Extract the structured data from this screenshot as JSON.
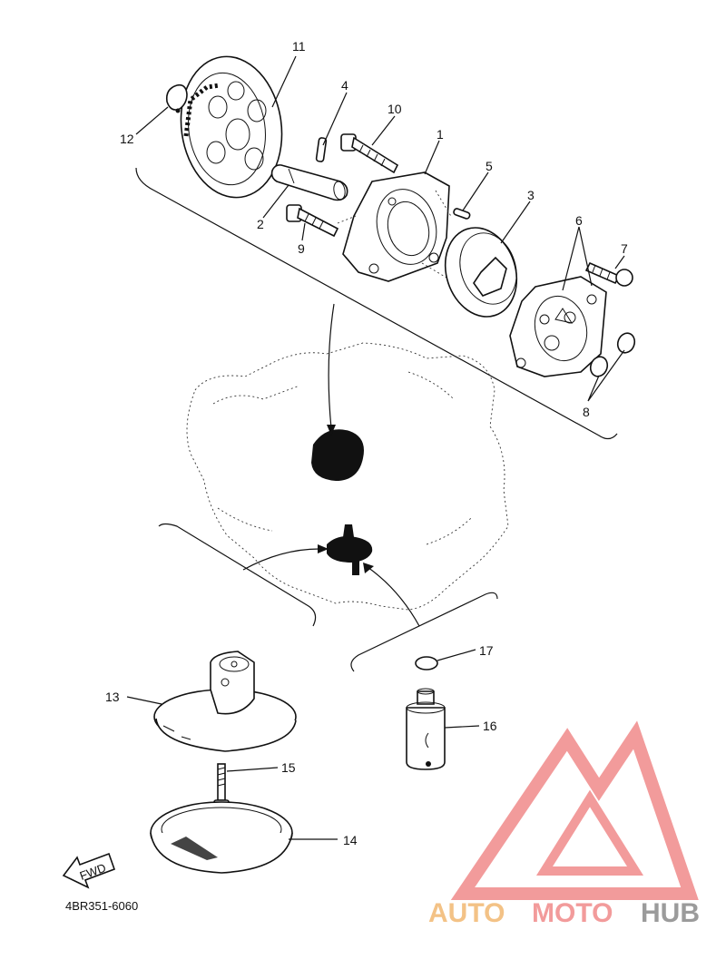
{
  "callouts": {
    "n1": "1",
    "n2": "2",
    "n3": "3",
    "n4": "4",
    "n5": "5",
    "n6": "6",
    "n7": "7",
    "n8": "8",
    "n9": "9",
    "n10": "10",
    "n11": "11",
    "n12": "12",
    "n13": "13",
    "n14": "14",
    "n15": "15",
    "n16": "16",
    "n17": "17"
  },
  "fwd_label": "FWD",
  "drawing_code": "4BR351-6060",
  "watermark": {
    "part1": "AUTO",
    "part2": "MOTO",
    "part3": "HUB",
    "colors": {
      "auto": "#f2b872",
      "moto": "#f08a8a",
      "hub": "#8a8a8a",
      "logo": "#f08a8a"
    }
  }
}
